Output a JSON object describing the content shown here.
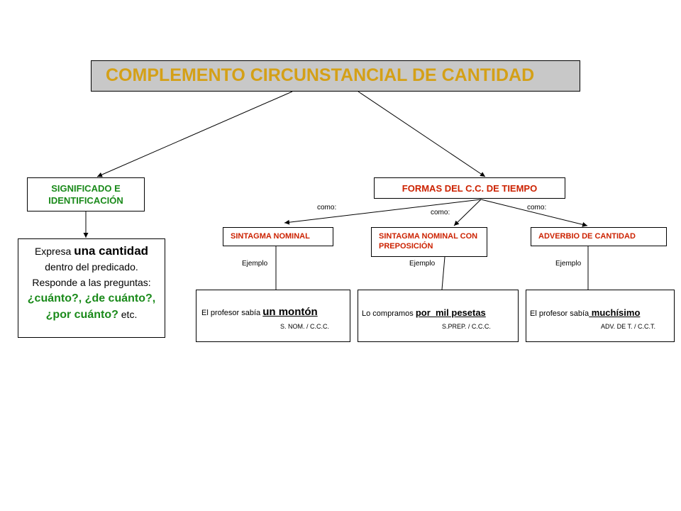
{
  "title": "COMPLEMENTO CIRCUNSTANCIAL DE CANTIDAD",
  "significado": {
    "label": "SIGNIFICADO E IDENTIFICACIÓN",
    "desc": {
      "p1": "Expresa ",
      "p2": "una cantidad",
      "p3": " dentro del predicado. Responde a las preguntas: ",
      "p4": "¿cuánto?, ¿de cuánto?, ¿por cuánto?",
      "p5": " etc."
    }
  },
  "formas": {
    "label": "FORMAS DEL C.C. DE TIEMPO",
    "como": "como:",
    "ejemplo": "Ejemplo",
    "items": [
      {
        "label": "SINTAGMA NOMINAL",
        "example_prefix": "El profesor sabía ",
        "example_highlight": "un montón",
        "analysis": "S. NOM. / C.C.C."
      },
      {
        "label": "SINTAGMA NOMINAL CON PREPOSICIÓN",
        "example_prefix": "Lo compramos ",
        "example_highlight": "por  mil pesetas",
        "analysis": "S.PREP. / C.C.C."
      },
      {
        "label": "ADVERBIO  DE  CANTIDAD",
        "example_prefix": "El profesor sabía",
        "example_highlight": " muchísimo",
        "analysis": "ADV. DE T. / C.C.T."
      }
    ]
  }
}
